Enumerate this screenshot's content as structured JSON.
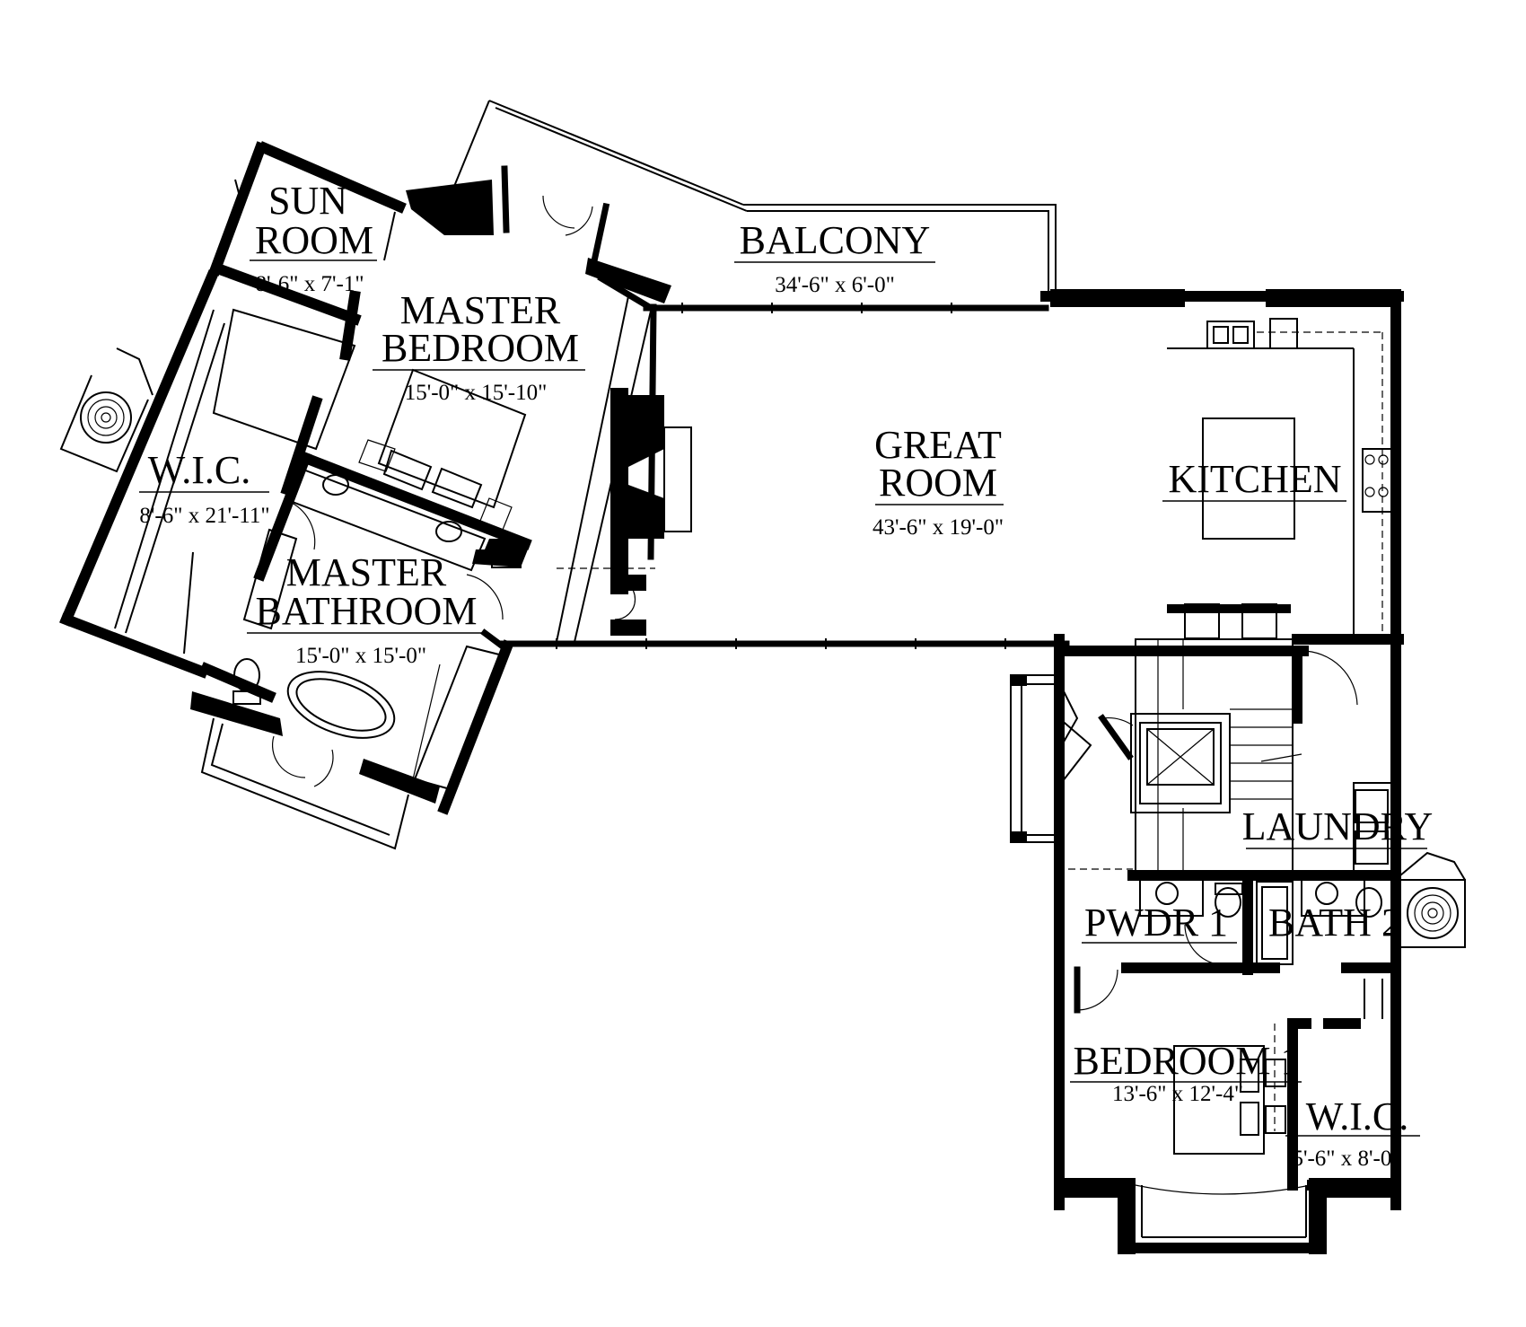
{
  "rooms": {
    "sun_room": {
      "name_line1": "SUN",
      "name_line2": "ROOM",
      "dim": "8'-6\" x 7'-1\""
    },
    "master_bedroom": {
      "name_line1": "MASTER",
      "name_line2": "BEDROOM",
      "dim": "15'-0\" x 15'-10\""
    },
    "balcony": {
      "name": "BALCONY",
      "dim": "34'-6\" x 6'-0\""
    },
    "great_room": {
      "name_line1": "GREAT",
      "name_line2": "ROOM",
      "dim": "43'-6\" x 19'-0\""
    },
    "kitchen": {
      "name": "KITCHEN"
    },
    "wic_master": {
      "name": "W.I.C.",
      "dim": "8'-6\" x 21'-11\""
    },
    "master_bathroom": {
      "name_line1": "MASTER",
      "name_line2": "BATHROOM",
      "dim": "15'-0\" x 15'-0\""
    },
    "laundry": {
      "name": "LAUNDRY"
    },
    "pwdr1": {
      "name": "PWDR 1"
    },
    "bath2": {
      "name": "BATH 2"
    },
    "bedroom1": {
      "name": "BEDROOM 1",
      "dim": "13'-6\" x 12'-4\""
    },
    "wic_bedroom": {
      "name": "W.I.C.",
      "dim": "5'-6\" x 8'-0\""
    }
  },
  "symbols": {
    "hvac_unit": "fan-icon",
    "fireplace": "fireplace-icon",
    "elevator": "elevator-icon",
    "stairs": "stairs-icon",
    "bathtub": "bathtub-icon",
    "toilet": "toilet-icon",
    "sink": "sink-icon",
    "bed": "bed-icon",
    "range": "range-icon"
  },
  "colors": {
    "line": "#000000",
    "background": "#ffffff"
  }
}
